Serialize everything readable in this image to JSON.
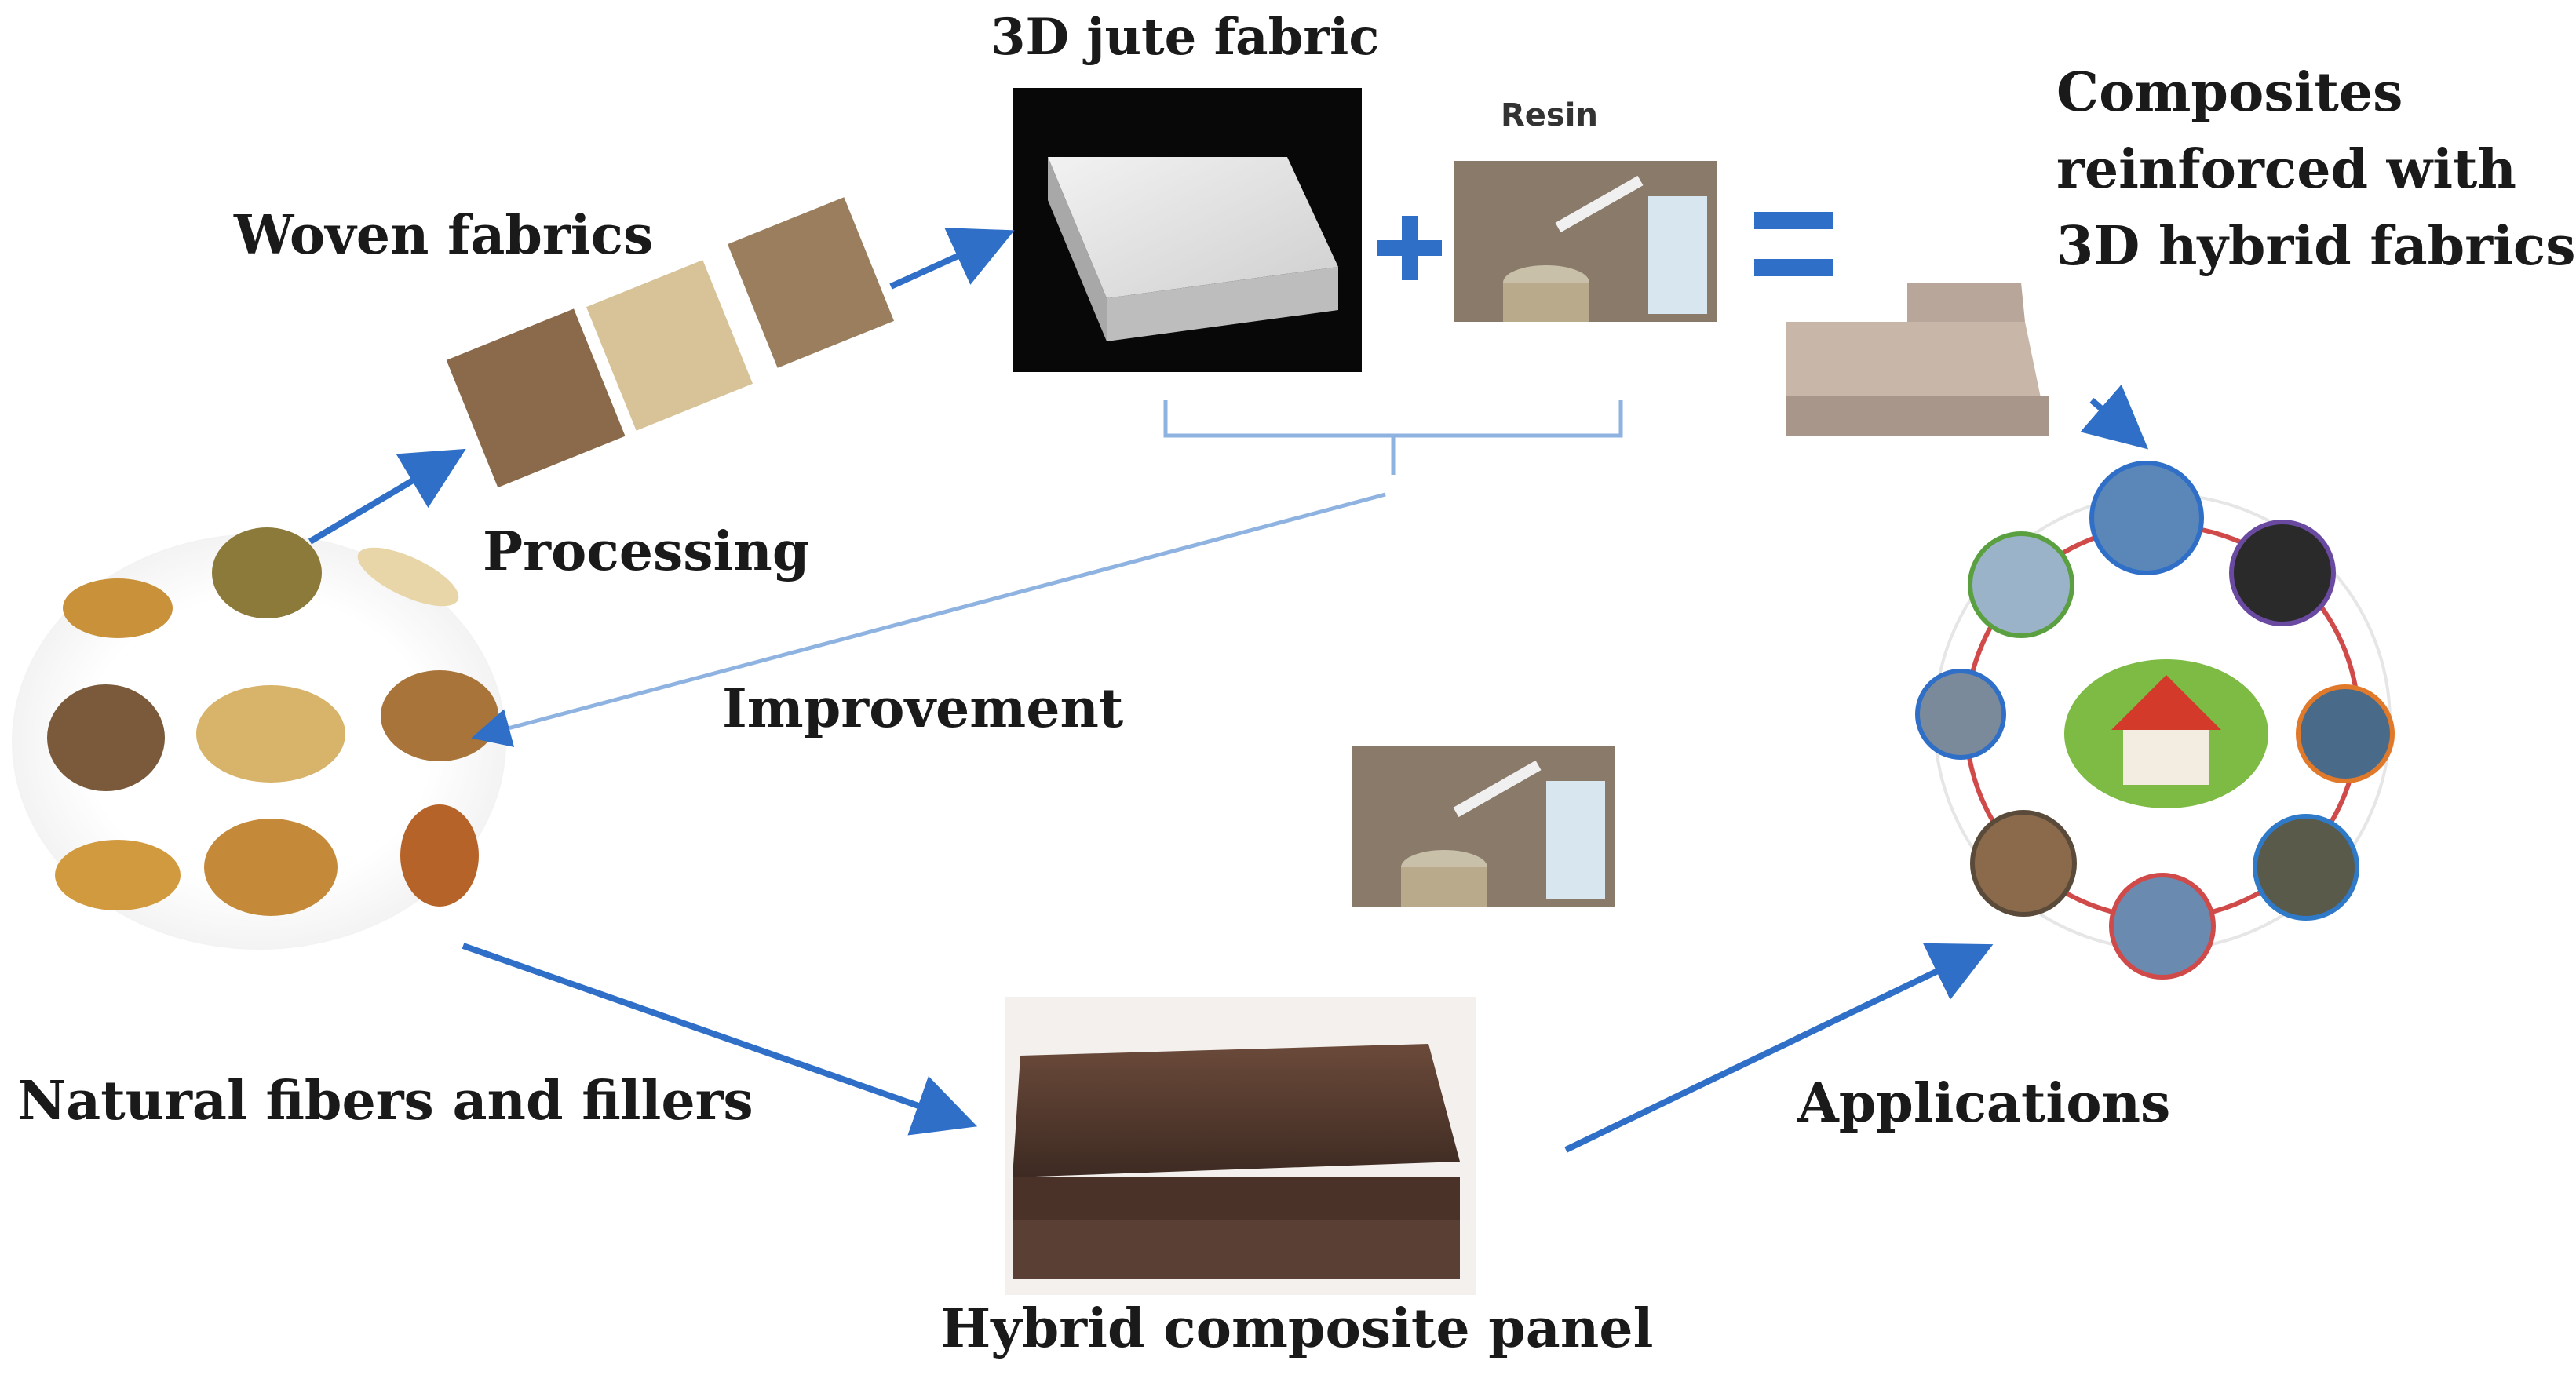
{
  "labels": {
    "jute_fabric": "3D jute fabric",
    "resin": "Resin",
    "composites_line1": "Composites",
    "composites_line2": "reinforced with",
    "composites_line3": "3D hybrid fabrics",
    "woven_fabrics": "Woven fabrics",
    "processing": "Processing",
    "improvement": "Improvement",
    "natural_fibers": "Natural fibers and fillers",
    "applications": "Applications",
    "hybrid_panel": "Hybrid composite panel"
  },
  "symbols": {
    "plus": "+",
    "equals": "="
  },
  "colors": {
    "arrow": "#2f6fc7",
    "bracket": "#8fb3e0",
    "text": "#1a1a1a"
  }
}
